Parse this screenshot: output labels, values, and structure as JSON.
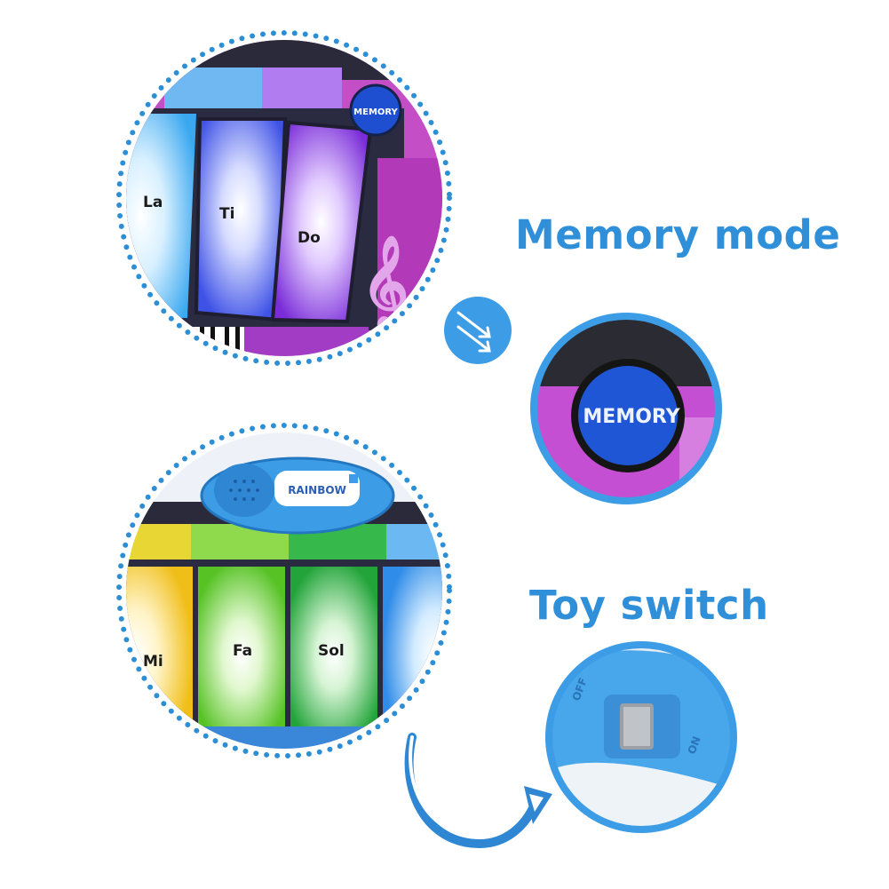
{
  "labels": {
    "memory_mode": "Memory mode",
    "toy_switch": "Toy switch"
  },
  "top_circle": {
    "keys": [
      "La",
      "Ti",
      "Do"
    ],
    "button": "MEMORY"
  },
  "bottom_circle": {
    "keys": [
      "Mi",
      "Fa",
      "Sol"
    ],
    "brand": "RAINBOW"
  },
  "memory_zoom": {
    "button": "MEMORY"
  },
  "switch_zoom": {
    "off": "OFF",
    "on": "ON"
  },
  "colors": {
    "accent": "#2f8fd8",
    "dot_border": "#2c8fd6",
    "purple": "#a23cc4",
    "blue_key": "#4b6ef0",
    "violet_key": "#8a3ee0",
    "green_key": "#3fc13a",
    "yellow_key": "#f2c21f",
    "toy_blue": "#3c9de6"
  },
  "icons": [
    "double-arrow-icon",
    "curved-arrow-icon",
    "treble-clef-icon",
    "speaker-icon",
    "slide-switch-icon"
  ]
}
